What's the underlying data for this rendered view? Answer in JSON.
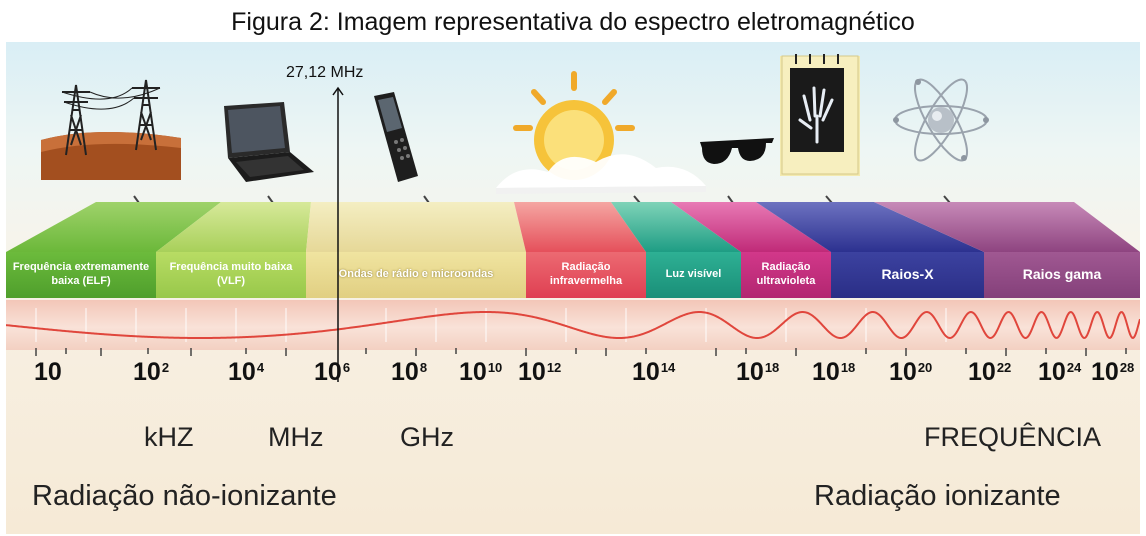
{
  "caption": "Figura 2: Imagem representativa do espectro eletromagnético",
  "marker": {
    "label": "27,12 MHz"
  },
  "bands": [
    {
      "label": "Frequência extremamente baixa (ELF)",
      "color": "#7cc34a"
    },
    {
      "label": "Frequência muito baixa (VLF)",
      "color": "#b5d86a"
    },
    {
      "label": "Ondas de rádio e microondas",
      "color": "#ece3a5"
    },
    {
      "label": "Radiação infravermelha",
      "color": "#e9545f"
    },
    {
      "label": "Luz visível",
      "color": "#24a98a"
    },
    {
      "label": "Radiação ultravioleta",
      "color": "#c8307e"
    },
    {
      "label": "Raios-X",
      "color": "#3a3f98"
    },
    {
      "label": "Raios gama",
      "color": "#9a4e8a"
    }
  ],
  "ticks": [
    {
      "base": "10",
      "exp": ""
    },
    {
      "base": "10",
      "exp": "2"
    },
    {
      "base": "10",
      "exp": "4"
    },
    {
      "base": "10",
      "exp": "6"
    },
    {
      "base": "10",
      "exp": "8"
    },
    {
      "base": "10",
      "exp": "10"
    },
    {
      "base": "10",
      "exp": "12"
    },
    {
      "base": "10",
      "exp": "14"
    },
    {
      "base": "10",
      "exp": "18"
    },
    {
      "base": "10",
      "exp": "18"
    },
    {
      "base": "10",
      "exp": "20"
    },
    {
      "base": "10",
      "exp": "22"
    },
    {
      "base": "10",
      "exp": "24"
    },
    {
      "base": "10",
      "exp": "28"
    }
  ],
  "units": {
    "khz": "kHZ",
    "mhz": "MHz",
    "ghz": "GHz",
    "frequencia": "FREQUÊNCIA"
  },
  "radiation": {
    "non_ionizing": "Radiação não-ionizante",
    "ionizing": "Radiação ionizante"
  },
  "icons": [
    "power-tower-icon",
    "laptop-icon",
    "mobile-phone-icon",
    "sun-cloud-icon",
    "sunglasses-icon",
    "xray-hand-icon",
    "atom-icon"
  ]
}
